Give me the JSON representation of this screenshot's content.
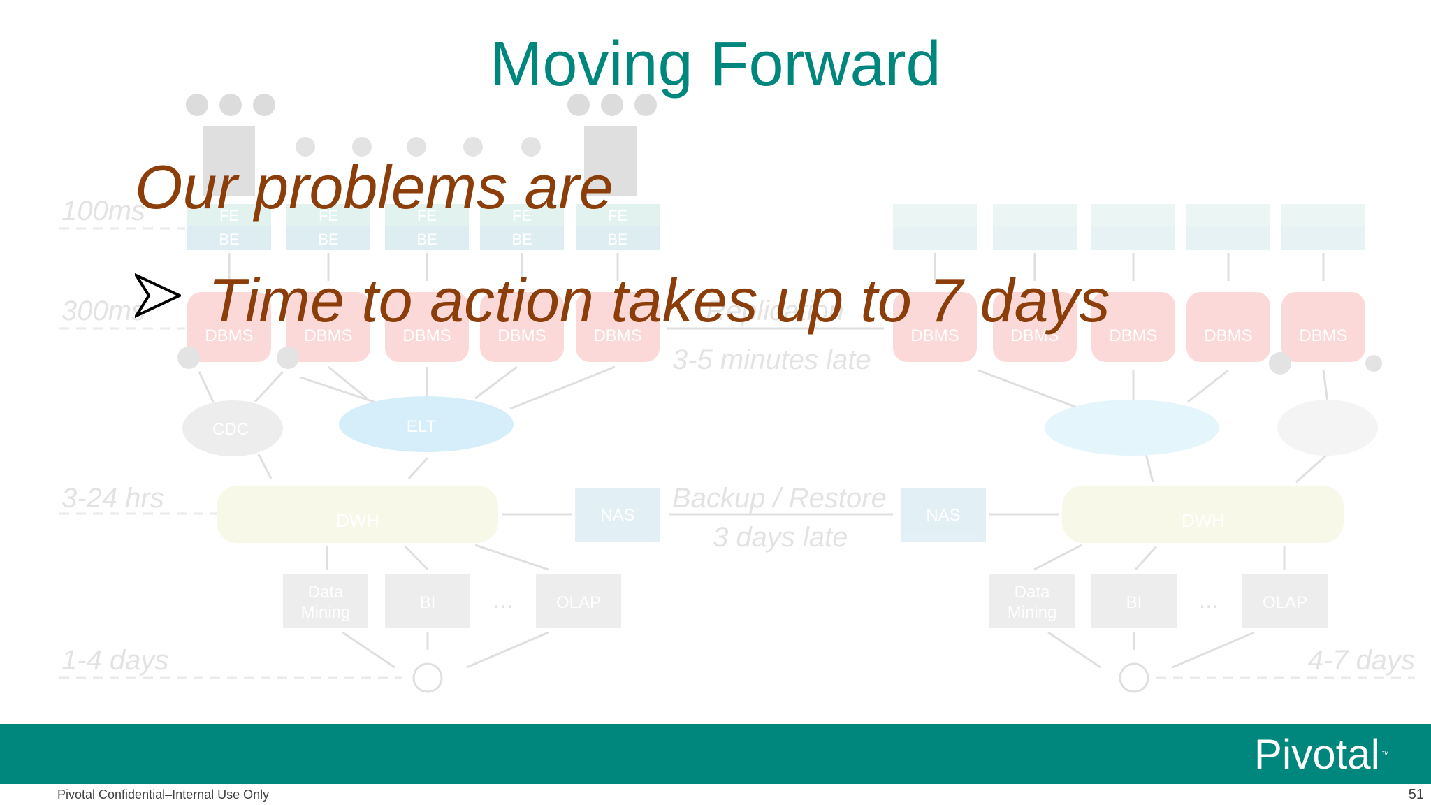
{
  "slide": {
    "title": "Moving Forward",
    "heading": "Our problems are",
    "bullet": "Time to action takes up to 7 days",
    "logo_text": "Pivotal",
    "logo_tm": "™",
    "footer_text": "Pivotal Confidential–Internal Use Only",
    "page_number": "51"
  },
  "diagram": {
    "latency_labels": [
      "100ms",
      "300ms",
      "3-24 hrs",
      "1-4 days",
      "4-7 days"
    ],
    "fe_label": "FE",
    "be_label": "BE",
    "dbms_label": "DBMS",
    "cdc_label": "CDC",
    "elt_label": "ELT",
    "dwh_label": "DWH",
    "nas_label": "NAS",
    "data_mining_label": [
      "Data",
      "Mining"
    ],
    "bi_label": "BI",
    "olap_label": "OLAP",
    "ellipsis": "...",
    "replication_label": "Replication",
    "replication_delay": "3-5 minutes late",
    "backup_label": "Backup / Restore",
    "backup_delay": "3 days late"
  },
  "colors": {
    "title": "#00877d",
    "accent_text": "#8b3e0a",
    "footer_bar": "#00877d"
  }
}
